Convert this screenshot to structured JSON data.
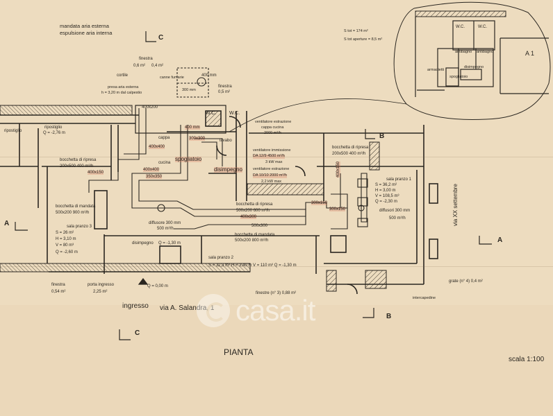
{
  "legend": {
    "supply": "mandata aria esterna",
    "exhaust": "espulsione aria interna"
  },
  "section_markers": {
    "A": "A",
    "B": "B",
    "C": "C",
    "A1": "A 1"
  },
  "detail": {
    "s_tot": "S tot = 174 m²",
    "s_openings": "S tot aperture = 8,5 m²",
    "wc1": "W.C.",
    "wc2": "W.C.",
    "antibagno1": "antibagno",
    "antibagno2": "antibagno",
    "armadietti": "armadietti",
    "spogliatoio": "spogliatoio",
    "disimpegno": "disimpegno"
  },
  "rooms": {
    "ripostiglio": "ripostiglio",
    "ripostiglio2": "ripostiglio",
    "ripostiglio2_q": "Q = -2,76 m",
    "cortile": "cortile",
    "cortile_intake": "presa aria esterna",
    "cortile_intake_h": "h = 3,20 m dal calpestio",
    "finestra_top": "finestra",
    "finestra_top_a": "0,6 m²",
    "finestra_top_b": "0,4 m²",
    "canne": "canne fumarie",
    "duct_400": "400 mm",
    "duct_300": "300 mm",
    "finestra_right": "finestra",
    "finestra_right_area": "0,5 m²",
    "wc_a": "W.C.",
    "wc_b": "W.C.",
    "lavabo": "lavabo",
    "cappa": "cappa",
    "cucina": "cucina",
    "spogliatoio": "spogliatoio",
    "disimpegno": "disimpegno",
    "sala_pranzo_3": "sala pranzo 3",
    "sp3_s": "S = 26 m²",
    "sp3_h": "H = 3,10 m",
    "sp3_v": "V = 80 m³",
    "sp3_q": "Q = -2,60 m",
    "diffusore_300": "diffusore 300 mm",
    "diffusore_300_flow": "500 m³/h",
    "disimpegno_low": "disimpegno",
    "disimpegno_low_q": "Q = -1,30 m",
    "sala_pranzo_2": "sala pranzo 2",
    "sp2_values": "S = 32,3 m²     H = 3,40 m     V = 110 m³     Q = -1,30 m",
    "sala_pranzo_1": "sala pranzo 1",
    "sp1_s": "S = 36,2 m²",
    "sp1_h": "H = 3,00 m",
    "sp1_v": "V = 108,5 m³",
    "sp1_q": "Q = -2,30 m",
    "diffusori": "diffusori 300 mm",
    "diffusori_flow": "500 m³/h"
  },
  "equipment": {
    "vent_cappa_1": "ventilatore estrazione",
    "vent_cappa_2": "cappa cucina",
    "vent_cappa_3": "2000 m³/h",
    "vent_imm_1": "ventilatore immissione",
    "vent_imm_2": "DA 12/9     4500 m³/h",
    "vent_imm_3": "3 kW max",
    "vent_est_1": "ventilatore estrazione",
    "vent_est_2": "DA 10/10     2000 m³/h",
    "vent_est_3": "2,2 kW max",
    "bocch_ripresa_left_1": "bocchetta di ripresa",
    "bocch_ripresa_left_2": "200x500     400 m³/h",
    "bocch_mandata_left_1": "bocchetta di mandata",
    "bocch_mandata_left_2": "500x200     900 m³/h",
    "bocch_ripresa_mid_1": "bocchetta di ripresa",
    "bocch_ripresa_mid_2": "500x200     600 m³/h",
    "bocch_mandata_mid_1": "bocchette di mandata",
    "bocch_mandata_mid_2": "500x200     800 m³/h",
    "bocch_ripresa_right_1": "bocchetta di ripresa",
    "bocch_ripresa_right_2": "200x500     400 m³/h"
  },
  "ducts": {
    "d1": "400x200",
    "d2": "400 mm",
    "d3": "300x300",
    "d4": "400x400",
    "d5": "400x400",
    "d6": "400x150",
    "d7": "350x350",
    "d8": "400x300",
    "d9": "500x300",
    "d10": "300x150",
    "d11": "300x150",
    "d12": "400x150"
  },
  "bottom": {
    "finestra_left": "finestra",
    "finestra_left_area": "0,54 m²",
    "porta_ingresso": "porta ingresso",
    "porta_ingresso_area": "2,25 m²",
    "q_zero": "Q = 0,00 m",
    "finestre": "finestre (n° 3)  0,88 m²",
    "grate": "grate (n° 4)  0,4 m²",
    "intercapedine": "intercapedine",
    "ingresso": "ingresso",
    "address": "via A. Salandra, 1",
    "street_right": "via XX settembre",
    "title": "PIANTA",
    "scale": "scala 1:100"
  },
  "watermark": "casa.it"
}
